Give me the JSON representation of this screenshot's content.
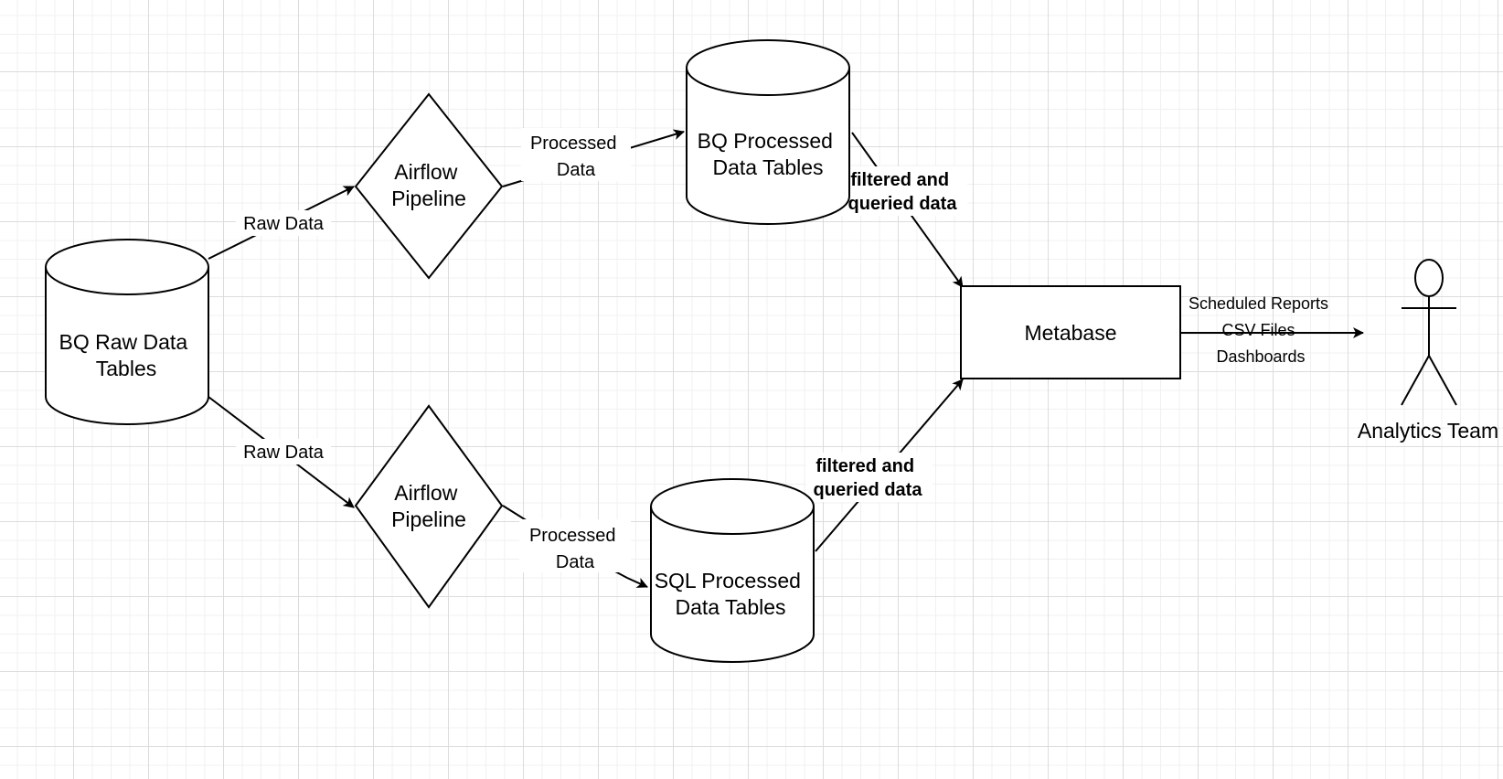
{
  "nodes": {
    "bq_raw": {
      "lines": [
        "BQ Raw Data",
        "Tables"
      ]
    },
    "airflow_top": {
      "lines": [
        "Airflow",
        "Pipeline"
      ]
    },
    "airflow_bottom": {
      "lines": [
        "Airflow",
        "Pipeline"
      ]
    },
    "bq_processed": {
      "lines": [
        "BQ Processed",
        "Data Tables"
      ]
    },
    "sql_processed": {
      "lines": [
        "SQL Processed",
        "Data Tables"
      ]
    },
    "metabase": {
      "label": "Metabase"
    },
    "analytics_team": {
      "label": "Analytics Team"
    }
  },
  "edges": {
    "raw_top": {
      "label": "Raw Data"
    },
    "raw_bottom": {
      "label": "Raw Data"
    },
    "processed_top": {
      "lines": [
        "Processed",
        "Data"
      ]
    },
    "processed_bottom": {
      "lines": [
        "Processed",
        "Data"
      ]
    },
    "filtered_top": {
      "lines": [
        "filtered and",
        "queried data"
      ]
    },
    "filtered_bottom": {
      "lines": [
        "filtered and",
        "queried data"
      ]
    },
    "output": {
      "lines": [
        "Scheduled Reports",
        "CSV Files",
        "Dashboards"
      ]
    }
  }
}
